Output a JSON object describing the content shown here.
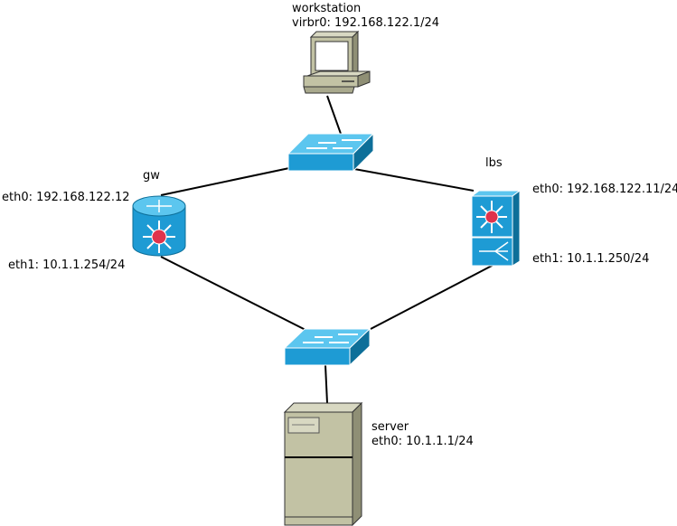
{
  "nodes": {
    "workstation": {
      "name": "workstation",
      "iface": "virbr0: 192.168.122.1/24"
    },
    "gw": {
      "name": "gw",
      "eth0": "eth0: 192.168.122.12",
      "eth1": "eth1: 10.1.1.254/24"
    },
    "lbs": {
      "name": "lbs",
      "eth0": "eth0: 192.168.122.11/24",
      "eth1": "eth1: 10.1.1.250/24"
    },
    "server": {
      "name": "server",
      "eth0": "eth0: 10.1.1.1/24"
    }
  },
  "icons": {
    "top_switch": "network-switch-icon",
    "bottom_switch": "network-switch-icon",
    "gw": "router-icon",
    "lbs": "load-balancer-icon",
    "workstation": "desktop-computer-icon",
    "server": "tower-server-icon"
  },
  "colors": {
    "device_blue": "#1e9bd4",
    "device_dark": "#0d6f99",
    "router_dot": "#e0334c",
    "computer_beige": "#c2c2a4",
    "link": "#000000"
  },
  "links": [
    [
      "workstation",
      "top_switch"
    ],
    [
      "top_switch",
      "gw"
    ],
    [
      "top_switch",
      "lbs"
    ],
    [
      "gw",
      "bottom_switch"
    ],
    [
      "lbs",
      "bottom_switch"
    ],
    [
      "bottom_switch",
      "server"
    ]
  ]
}
